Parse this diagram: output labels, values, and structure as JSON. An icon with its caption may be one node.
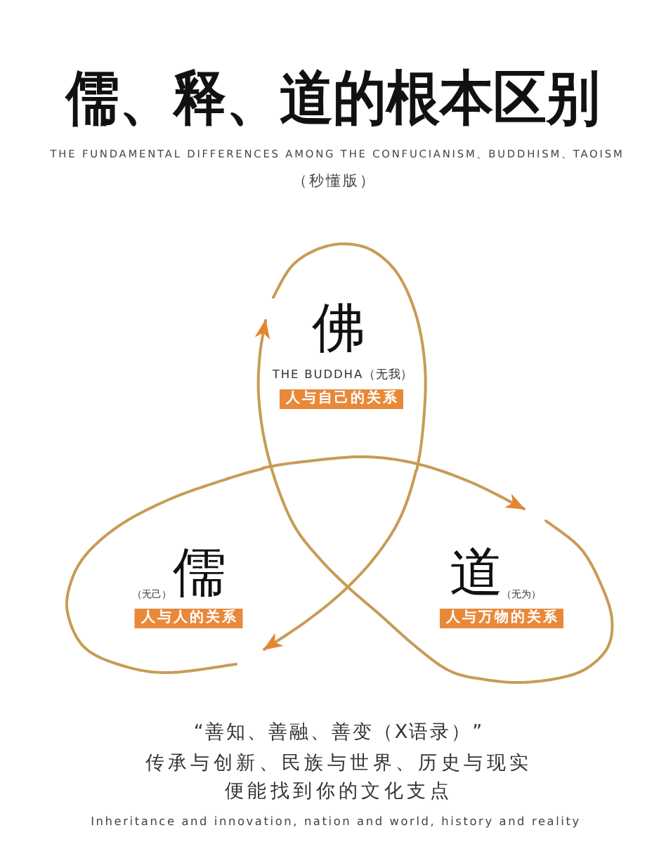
{
  "diagram": {
    "title": "儒、释、道的根本区别",
    "nodes": [
      {
        "text": [
          "佛",
          "THE BUDDHA（无我）"
        ]
      },
      {
        "text": [
          "人与自己的关系"
        ],
        "in": 0
      },
      {
        "text": [
          "（无己）",
          "儒"
        ]
      },
      {
        "text": [
          "人与人的关系"
        ],
        "in": 2
      },
      {
        "text": [
          "道",
          "（无为）"
        ]
      },
      {
        "text": [
          "人与万物的关系"
        ],
        "in": 4
      }
    ],
    "edges": [
      {
        "from": 0,
        "to": 2,
        "arrow": "to"
      },
      {
        "from": 2,
        "to": 4,
        "arrow": "to"
      },
      {
        "from": 4,
        "to": 0,
        "arrow": "to"
      }
    ],
    "labels": [
      "THE FUNDAMENTAL DIFFERENCES AMONG THE CONFUCIANISM、BUDDHISM、TAOISM",
      "（秒懂版）",
      "“善知、善融、善变（X语录）”",
      "传承与创新、民族与世界、历史与现实便能找到你的文化支点",
      "Inheritance and innovation, nation and world, history and reality"
    ]
  }
}
